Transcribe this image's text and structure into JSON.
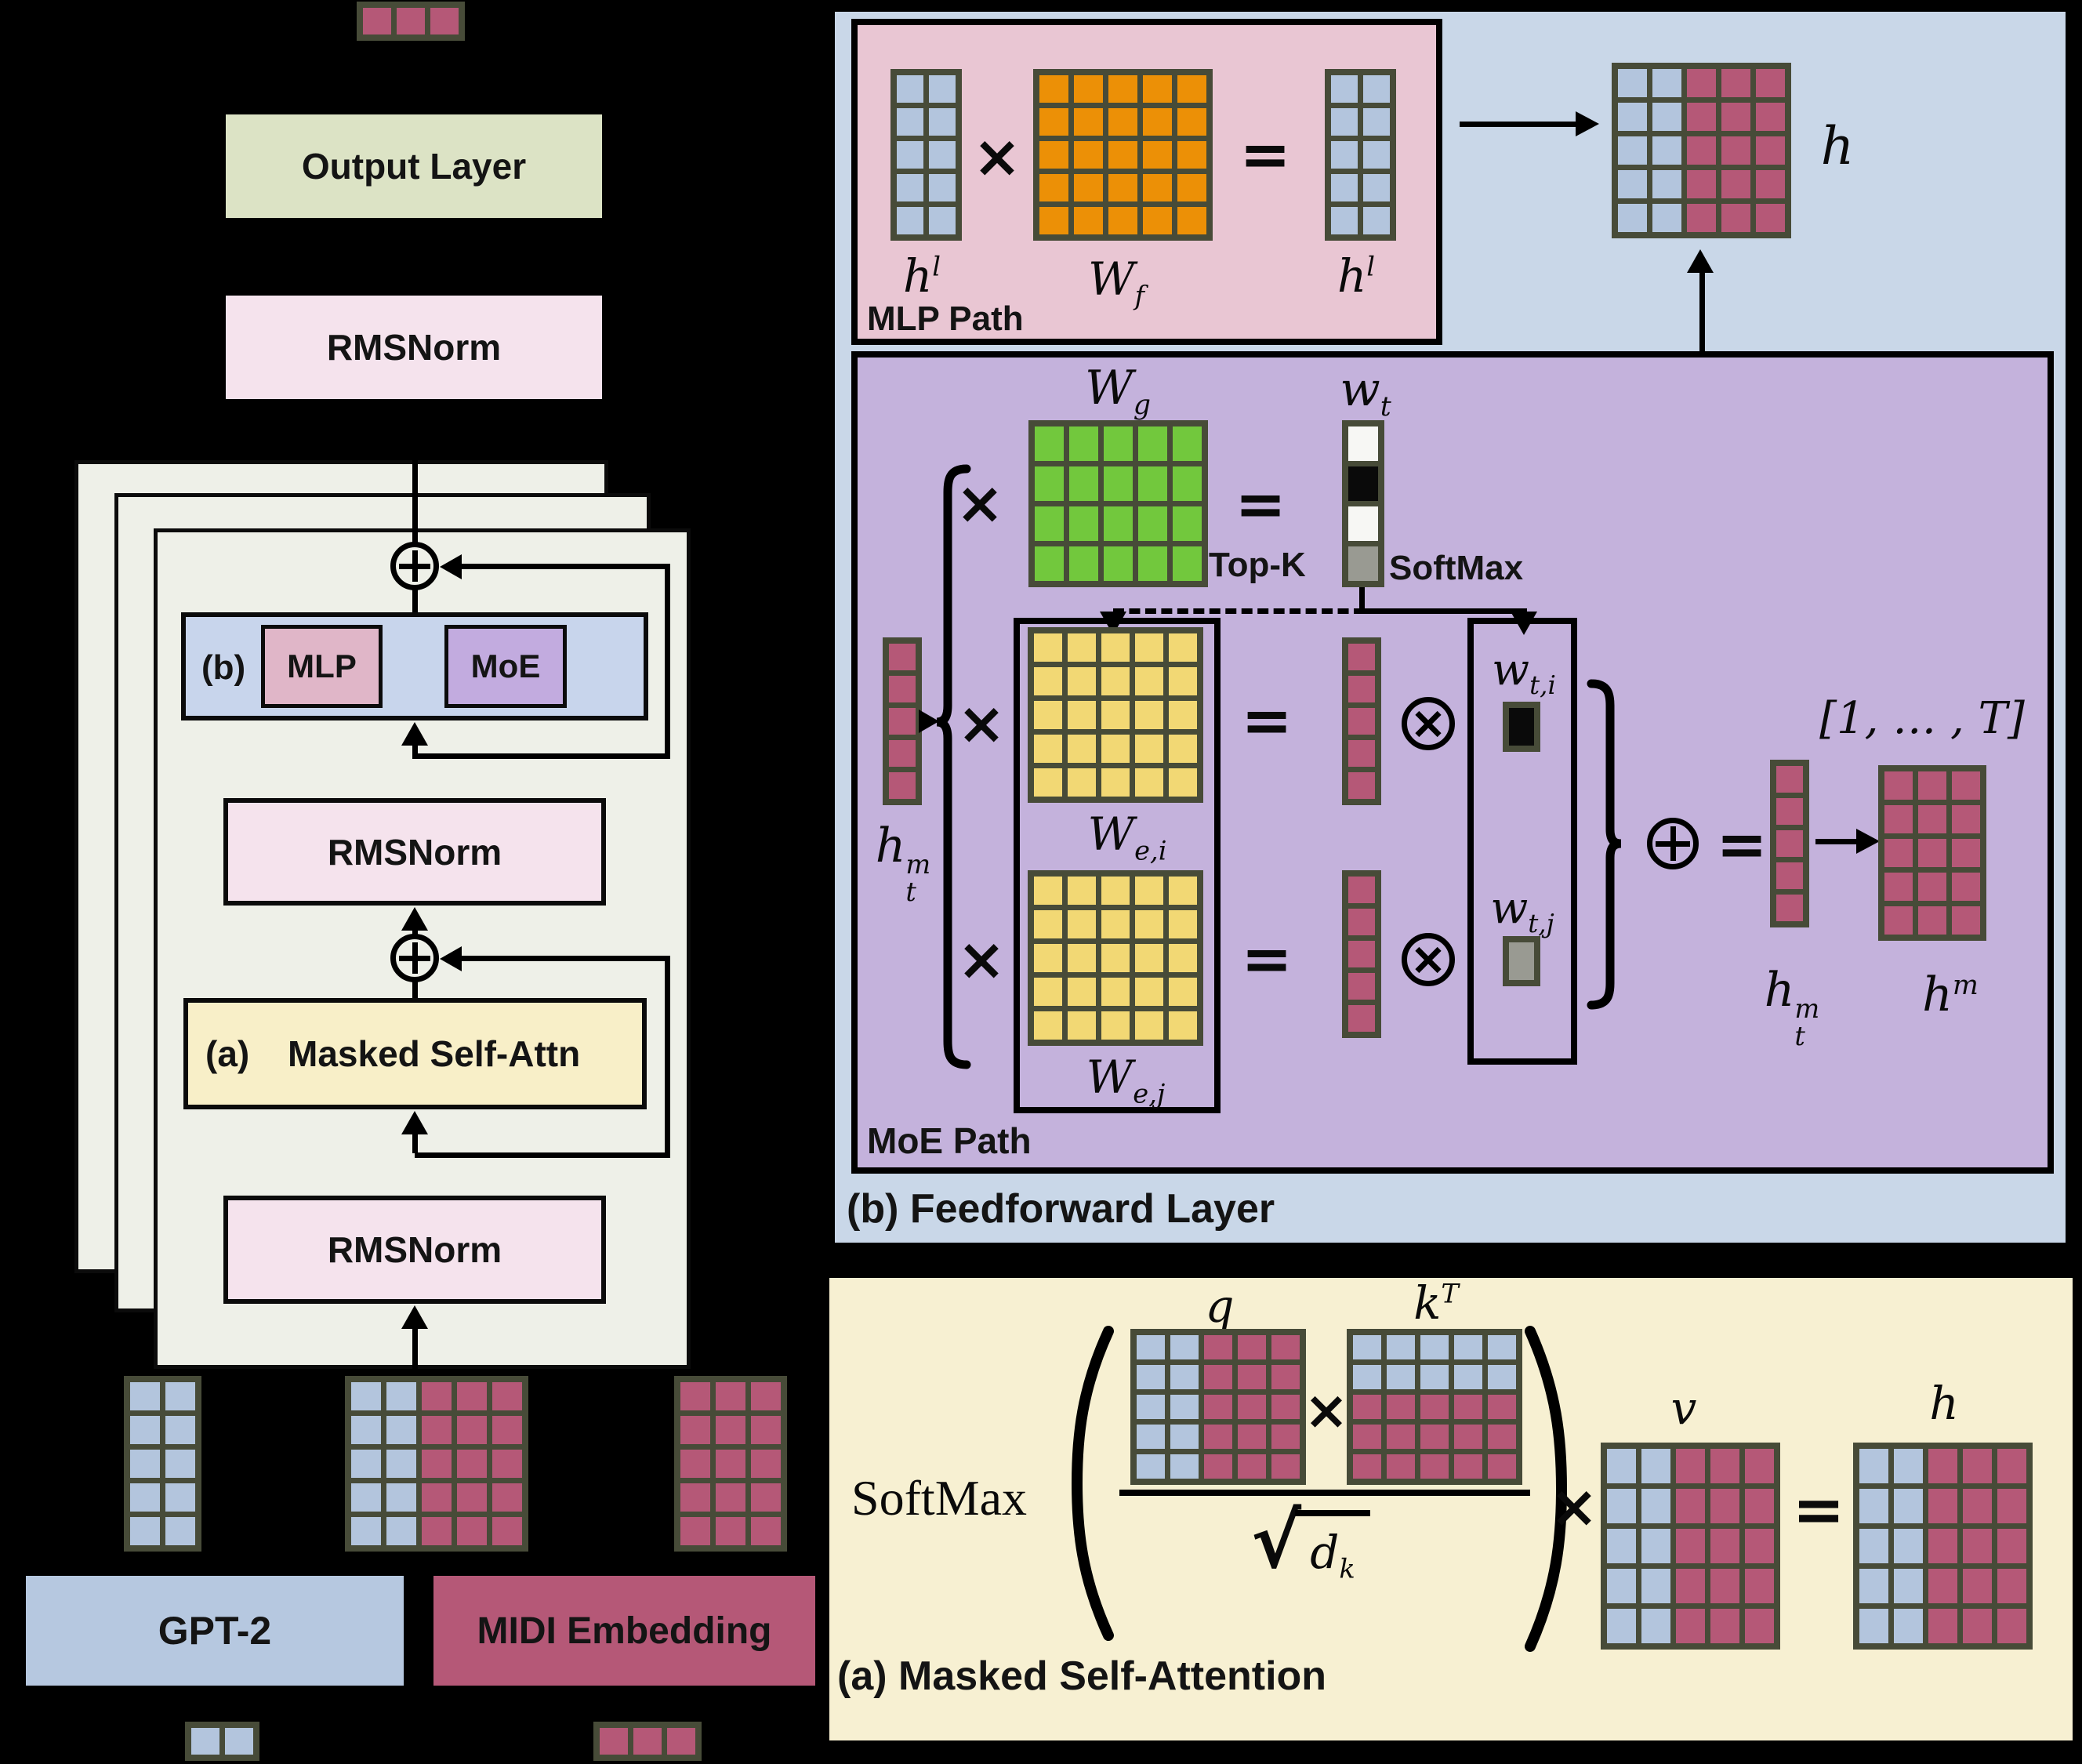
{
  "palette": {
    "border": "#474b38",
    "blue": "#b3c5dd",
    "maroon": "#b55877",
    "orange": "#ec9006",
    "green": "#72c83d",
    "yellow": "#f2d874",
    "white": "#f7f7f4",
    "black": "#0a0a0a",
    "gray": "#999a92",
    "panel": "#eef0e8",
    "output_layer_fill": "#dce3c5",
    "rmsnorm_fill": "#f5e3ed",
    "ffn_bar_fill": "#c8d5ec",
    "mlp_fill": "#e0b6c8",
    "moe_fill": "#c2abdf",
    "attn_fill": "#f8efc8",
    "gpt2_fill": "#b6c8e0",
    "midi_fill": "#b55877",
    "ffn_box_fill": "#c9d7e8",
    "mlp_path_fill": "#e9c6d3",
    "moe_path_fill": "#c4b2dc",
    "attn_box_fill": "#f7f0d2"
  },
  "ops": {
    "times": "×",
    "eq": "="
  },
  "left": {
    "output_layer": "Output Layer",
    "rmsnorm": "RMSNorm",
    "stack": {
      "b": "(b)",
      "mlp": "MLP",
      "moe": "MoE",
      "a": "(a)",
      "attn": "Masked Self-Attn"
    },
    "gpt2": "GPT-2",
    "midi": "MIDI Embedding"
  },
  "ffn": {
    "title": "(b) Feedforward Layer",
    "h": "h",
    "mlp_path": {
      "label": "MLP Path",
      "hl": {
        "base": "h",
        "sup": "l"
      },
      "wf": {
        "base": "W",
        "sub": "f"
      }
    },
    "moe_path": {
      "label": "MoE Path",
      "wg": {
        "base": "W",
        "sub": "g"
      },
      "wt": {
        "base": "w",
        "sub": "t"
      },
      "topk": "Top-K",
      "softmax": "SoftMax",
      "htm": {
        "base": "h",
        "sup": "m",
        "sub": "t"
      },
      "wei": {
        "base": "W",
        "sub": "e,i"
      },
      "wej": {
        "base": "W",
        "sub": "e,j"
      },
      "wti": {
        "base": "w",
        "sub": "t,i"
      },
      "wtj": {
        "base": "w",
        "sub": "t,j"
      },
      "range": "[1, … , T]",
      "hm": {
        "base": "h",
        "sup": "m"
      }
    }
  },
  "attn": {
    "title": "(a) Masked Self-Attention",
    "softmax": "SoftMax",
    "q": "q",
    "k": {
      "base": "k",
      "sup": "T"
    },
    "sqrt": "√",
    "dk": {
      "base": "d",
      "sub": "k"
    },
    "v": "v",
    "h": "h"
  },
  "grids": {
    "strip_top": {
      "c": 3,
      "r": 1,
      "cw": 36,
      "ch": 34,
      "mode": "cols",
      "colors": [
        "maroon"
      ]
    },
    "g_left": {
      "c": 2,
      "r": 5,
      "cw": 38,
      "ch": 36,
      "mode": "cols",
      "colors": [
        "blue"
      ]
    },
    "g_mid": {
      "c": 5,
      "r": 5,
      "cw": 38,
      "ch": 36,
      "mode": "cols",
      "colors": [
        "blue",
        "blue",
        "maroon",
        "maroon",
        "maroon"
      ]
    },
    "g_right": {
      "c": 3,
      "r": 5,
      "cw": 38,
      "ch": 36,
      "mode": "cols",
      "colors": [
        "maroon"
      ]
    },
    "leg_blue": {
      "c": 2,
      "r": 1,
      "cw": 36,
      "ch": 34,
      "mode": "cols",
      "colors": [
        "blue"
      ]
    },
    "leg_mar": {
      "c": 3,
      "r": 1,
      "cw": 36,
      "ch": 34,
      "mode": "cols",
      "colors": [
        "maroon"
      ]
    },
    "hl1": {
      "c": 2,
      "r": 5,
      "cw": 34,
      "ch": 35,
      "mode": "cols",
      "colors": [
        "blue"
      ]
    },
    "wf": {
      "c": 5,
      "r": 5,
      "cw": 37,
      "ch": 35,
      "mode": "cols",
      "colors": [
        "orange"
      ]
    },
    "hl2": {
      "c": 2,
      "r": 5,
      "cw": 34,
      "ch": 35,
      "mode": "cols",
      "colors": [
        "blue"
      ]
    },
    "h_ffn": {
      "c": 5,
      "r": 5,
      "cw": 37,
      "ch": 36,
      "mode": "cols",
      "colors": [
        "blue",
        "blue",
        "maroon",
        "maroon",
        "maroon"
      ]
    },
    "wg": {
      "c": 5,
      "r": 4,
      "cw": 37,
      "ch": 44,
      "mode": "cols",
      "colors": [
        "green"
      ]
    },
    "wt": {
      "c": 1,
      "r": 4,
      "cw": 38,
      "ch": 44,
      "mode": "rows",
      "colors": [
        "white",
        "black",
        "white",
        "gray"
      ]
    },
    "wei": {
      "c": 5,
      "r": 5,
      "cw": 36,
      "ch": 36,
      "mode": "cols",
      "colors": [
        "yellow"
      ]
    },
    "wej": {
      "c": 5,
      "r": 5,
      "cw": 36,
      "ch": 36,
      "mode": "cols",
      "colors": [
        "yellow"
      ]
    },
    "htm_in": {
      "c": 1,
      "r": 5,
      "cw": 34,
      "ch": 34,
      "mode": "cols",
      "colors": [
        "maroon"
      ]
    },
    "vec_i": {
      "c": 1,
      "r": 5,
      "cw": 34,
      "ch": 34,
      "mode": "cols",
      "colors": [
        "maroon"
      ]
    },
    "vec_j": {
      "c": 1,
      "r": 5,
      "cw": 34,
      "ch": 34,
      "mode": "cols",
      "colors": [
        "maroon"
      ]
    },
    "vec_out": {
      "c": 1,
      "r": 5,
      "cw": 34,
      "ch": 34,
      "mode": "cols",
      "colors": [
        "maroon"
      ]
    },
    "wti_cell": {
      "c": 1,
      "r": 1,
      "cw": 32,
      "ch": 48,
      "mode": "cols",
      "colors": [
        "black"
      ]
    },
    "wtj_cell": {
      "c": 1,
      "r": 1,
      "cw": 32,
      "ch": 48,
      "mode": "cols",
      "colors": [
        "gray"
      ]
    },
    "hm": {
      "c": 3,
      "r": 5,
      "cw": 36,
      "ch": 36,
      "mode": "cols",
      "colors": [
        "maroon"
      ]
    },
    "q": {
      "c": 5,
      "r": 5,
      "cw": 36,
      "ch": 31,
      "mode": "cols",
      "colors": [
        "blue",
        "blue",
        "maroon",
        "maroon",
        "maroon"
      ]
    },
    "kT": {
      "c": 5,
      "r": 5,
      "cw": 36,
      "ch": 31,
      "mode": "rows",
      "colors": [
        "blue",
        "blue",
        "maroon",
        "maroon",
        "maroon"
      ]
    },
    "v": {
      "c": 5,
      "r": 5,
      "cw": 37,
      "ch": 44,
      "mode": "cols",
      "colors": [
        "blue",
        "blue",
        "maroon",
        "maroon",
        "maroon"
      ]
    },
    "h_attn": {
      "c": 5,
      "r": 5,
      "cw": 37,
      "ch": 44,
      "mode": "cols",
      "colors": [
        "blue",
        "blue",
        "maroon",
        "maroon",
        "maroon"
      ]
    }
  }
}
